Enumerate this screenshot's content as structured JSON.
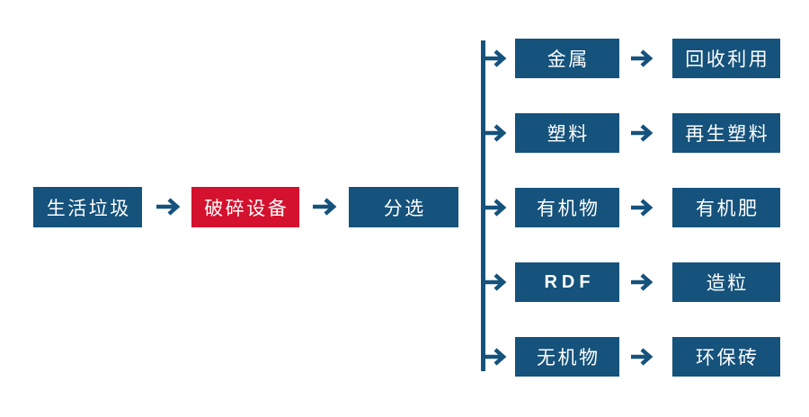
{
  "palette": {
    "node_blue": "#15527C",
    "node_red": "#D4112E",
    "connector_blue": "#15527C",
    "node_text": "#FFFFFF",
    "background": "#FFFFFF"
  },
  "main_flow": {
    "input": {
      "label": "生活垃圾"
    },
    "crusher": {
      "label": "破碎设备"
    },
    "sorting": {
      "label": "分选"
    }
  },
  "branches": [
    {
      "output": "金属",
      "use": "回收利用"
    },
    {
      "output": "塑料",
      "use": "再生塑料"
    },
    {
      "output": "有机物",
      "use": "有机肥"
    },
    {
      "output": "RDF",
      "use": "造粒"
    },
    {
      "output": "无机物",
      "use": "环保砖"
    }
  ],
  "icons": {
    "arrow_right": "→"
  }
}
